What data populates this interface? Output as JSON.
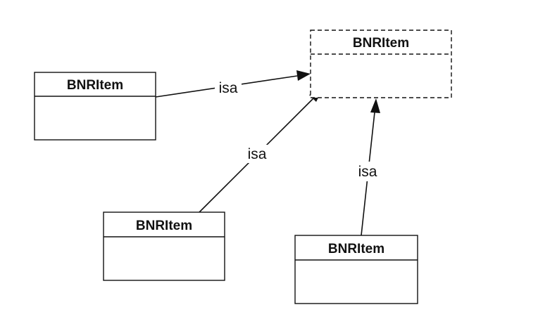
{
  "diagram": {
    "superclass": {
      "title": "BNRItem",
      "style": "dashed"
    },
    "subclasses": [
      {
        "title": "BNRItem"
      },
      {
        "title": "BNRItem"
      },
      {
        "title": "BNRItem"
      }
    ],
    "edges": [
      {
        "label": "isa"
      },
      {
        "label": "isa"
      },
      {
        "label": "isa"
      }
    ],
    "colors": {
      "stroke": "#111111",
      "background": "#ffffff"
    }
  }
}
